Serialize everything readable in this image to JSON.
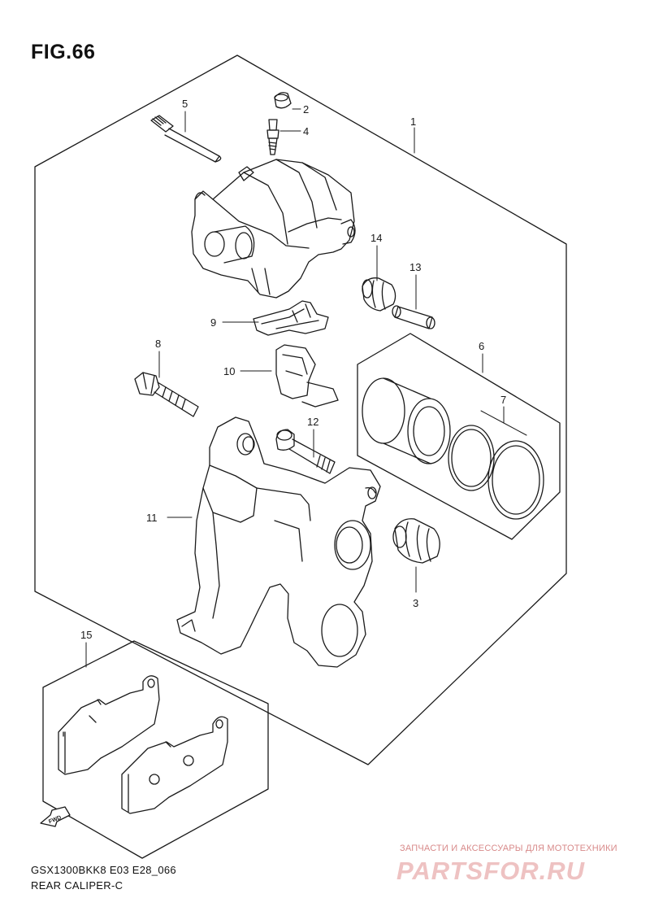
{
  "figure": {
    "title": "FIG.66",
    "model_code": "GSX1300BKK8 E03 E28_066",
    "part_name": "REAR CALIPER-C"
  },
  "callouts": [
    {
      "id": "1",
      "label": "1"
    },
    {
      "id": "2",
      "label": "2"
    },
    {
      "id": "3",
      "label": "3"
    },
    {
      "id": "4",
      "label": "4"
    },
    {
      "id": "5",
      "label": "5"
    },
    {
      "id": "6",
      "label": "6"
    },
    {
      "id": "7",
      "label": "7"
    },
    {
      "id": "8",
      "label": "8"
    },
    {
      "id": "9",
      "label": "9"
    },
    {
      "id": "10",
      "label": "10"
    },
    {
      "id": "11",
      "label": "11"
    },
    {
      "id": "12",
      "label": "12"
    },
    {
      "id": "13",
      "label": "13"
    },
    {
      "id": "14",
      "label": "14"
    },
    {
      "id": "15",
      "label": "15"
    }
  ],
  "direction_marker": {
    "label": "FWD",
    "icon": "fwd-arrow-icon"
  },
  "watermark": {
    "tagline": "ЗАПЧАСТИ И АКСЕССУАРЫ ДЛЯ МОТОТЕХНИКИ",
    "logo": "PARTSFOR.RU",
    "color": "#e8a0a0"
  },
  "colors": {
    "line": "#1a1a1a",
    "background": "#ffffff"
  }
}
